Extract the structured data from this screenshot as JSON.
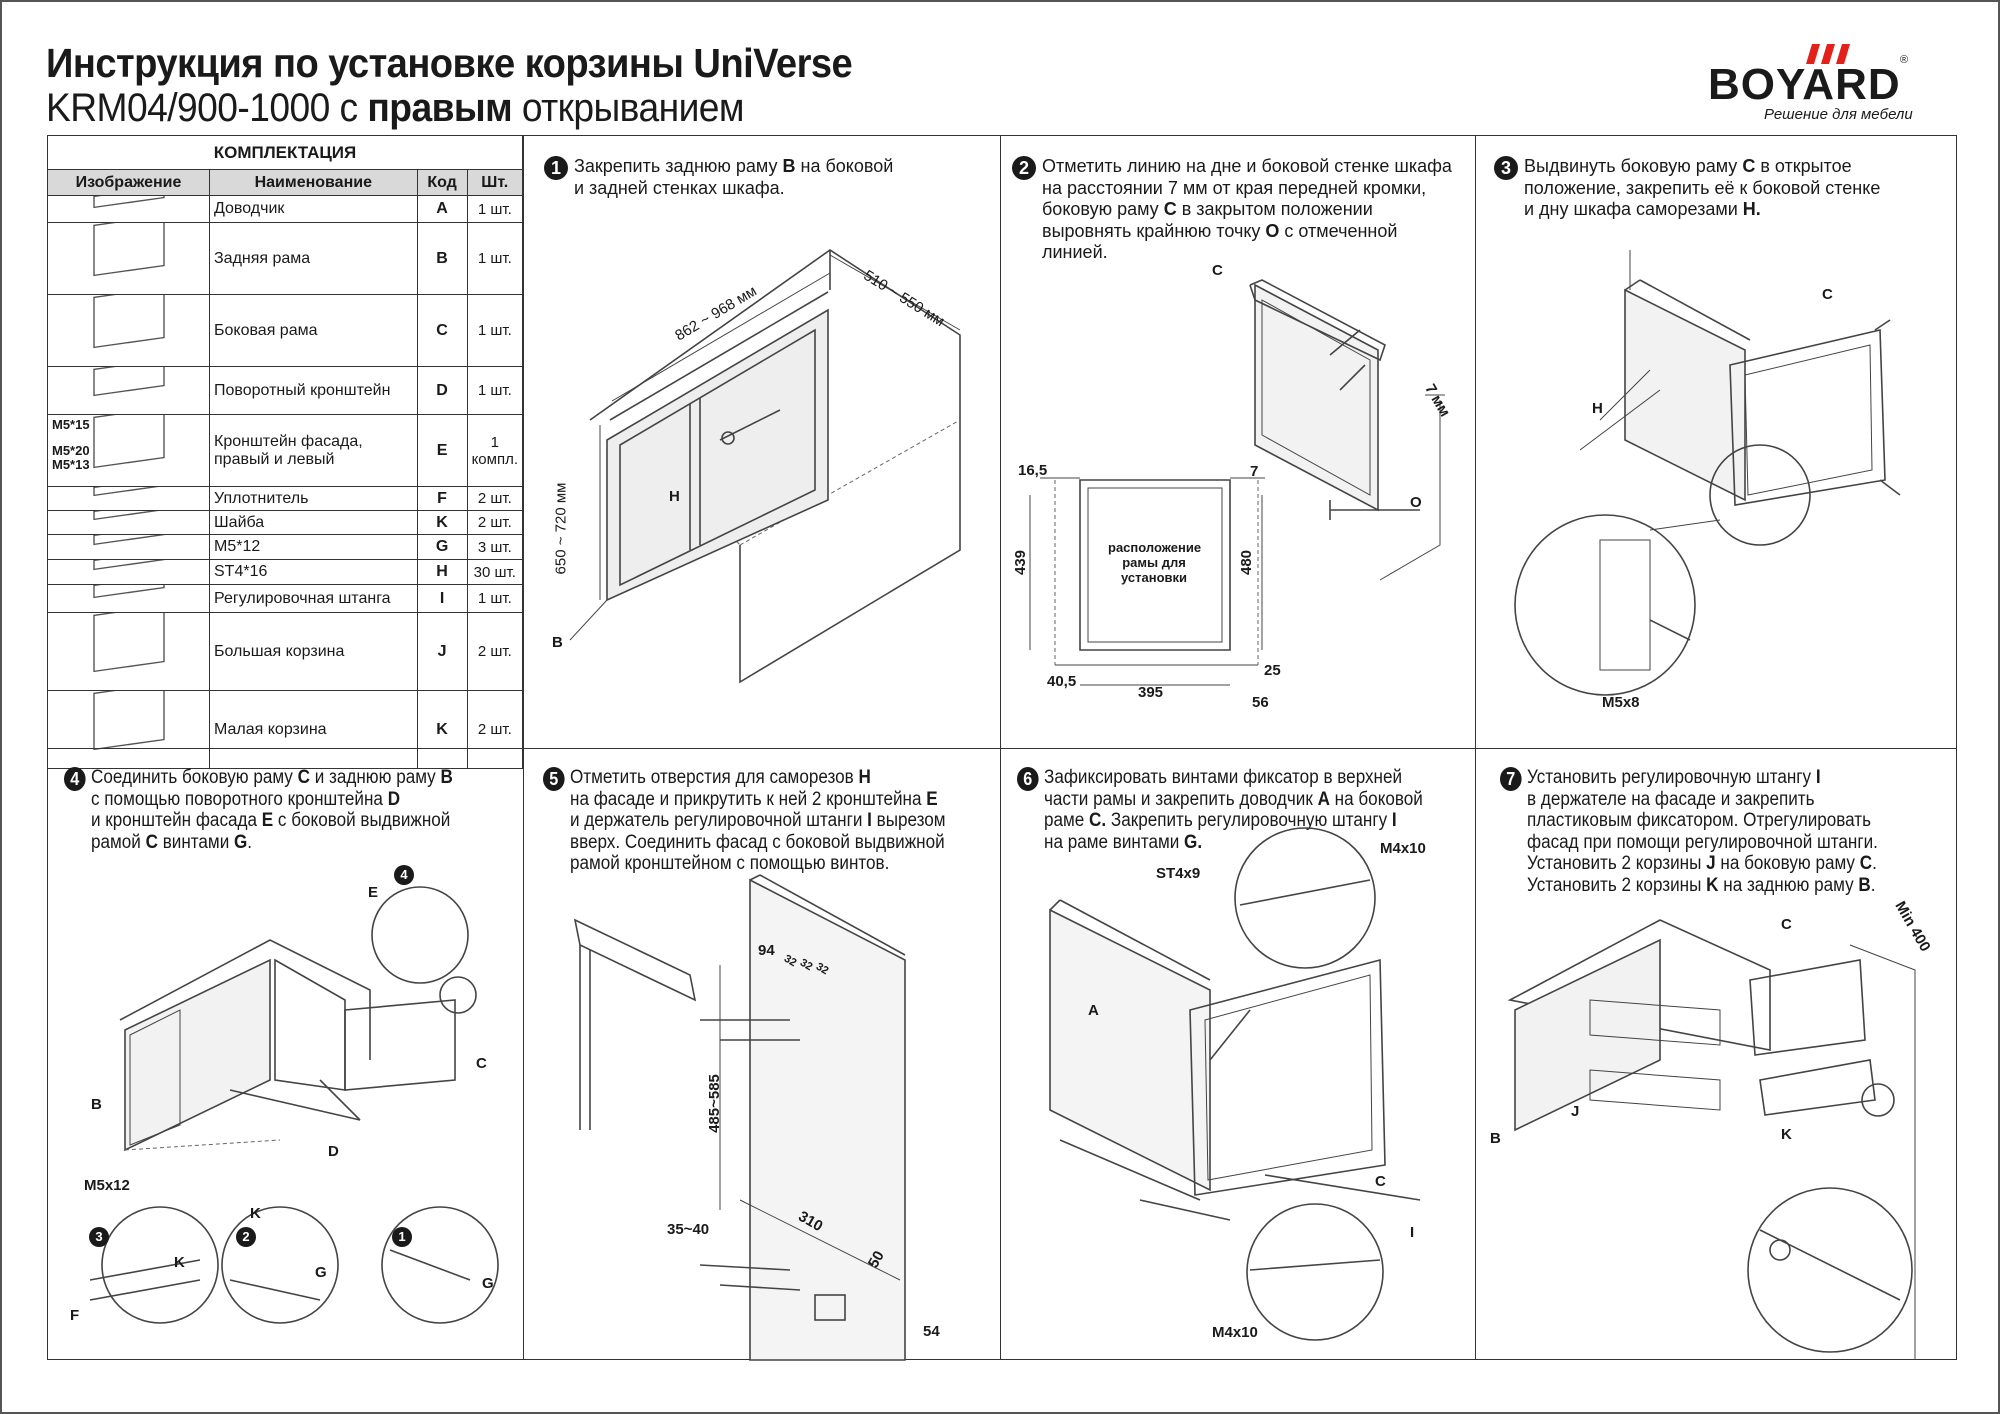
{
  "header": {
    "title_line1": "Инструкция по установке корзины UniVerse",
    "title_line2_pre": "KRM04/900-1000 с ",
    "title_line2_bold": "правым",
    "title_line2_post": " открыванием"
  },
  "logo": {
    "brand": "BOYARD",
    "registered": "®",
    "tagline": "Решение для мебели",
    "accent": "#e32119"
  },
  "parts": {
    "title": "КОМПЛЕКТАЦИЯ",
    "columns": [
      "Изображение",
      "Наименование",
      "Код",
      "Шт."
    ],
    "rows": [
      {
        "name": "Доводчик",
        "code": "A",
        "qty": "1 шт."
      },
      {
        "name": "Задняя рама",
        "code": "B",
        "qty": "1 шт."
      },
      {
        "name": "Боковая рама",
        "code": "C",
        "qty": "1 шт."
      },
      {
        "name": "Поворотный кронштейн",
        "code": "D",
        "qty": "1 шт."
      },
      {
        "name": "Кронштейн фасада, правый и левый",
        "code": "E",
        "qty": "1 компл.",
        "img_labels": [
          "M5*15",
          "M5*20",
          "M5*13"
        ]
      },
      {
        "name": "Уплотнитель",
        "code": "F",
        "qty": "2 шт."
      },
      {
        "name": "Шайба",
        "code": "K",
        "qty": "2 шт."
      },
      {
        "name": "M5*12",
        "code": "G",
        "qty": "3 шт."
      },
      {
        "name": "ST4*16",
        "code": "H",
        "qty": "30 шт."
      },
      {
        "name": "Регулировочная штанга",
        "code": "I",
        "qty": "1 шт."
      },
      {
        "name": "Большая корзина",
        "code": "J",
        "qty": "2 шт."
      },
      {
        "name": "Малая корзина",
        "code": "K",
        "qty": "2 шт."
      }
    ]
  },
  "steps": [
    {
      "number": "1",
      "lines": [
        [
          {
            "t": "Закрепить заднюю раму "
          },
          {
            "t": "B",
            "b": true
          },
          {
            "t": " на боковой"
          }
        ],
        [
          {
            "t": "и задней стенках шкафа."
          }
        ]
      ],
      "labels": [
        "862 ~ 968 мм",
        "510 ~ 550 мм",
        "650 ~ 720 мм",
        "H",
        "B"
      ]
    },
    {
      "number": "2",
      "lines": [
        [
          {
            "t": "Отметить линию на дне и боковой стенке шкафа"
          }
        ],
        [
          {
            "t": "на расстоянии 7 мм от края передней кромки,"
          }
        ],
        [
          {
            "t": "боковую раму "
          },
          {
            "t": "C",
            "b": true
          },
          {
            "t": " в закрытом положении"
          }
        ],
        [
          {
            "t": "выровнять крайнюю точку "
          },
          {
            "t": "O",
            "b": true
          },
          {
            "t": " с отмеченной"
          }
        ],
        [
          {
            "t": "линией."
          }
        ]
      ],
      "labels": [
        "C",
        "7 мм",
        "O",
        "16,5",
        "7",
        "439",
        "480",
        "расположение рамы для установки",
        "40,5",
        "395",
        "56",
        "25"
      ]
    },
    {
      "number": "3",
      "lines": [
        [
          {
            "t": "Выдвинуть боковую раму "
          },
          {
            "t": "C",
            "b": true
          },
          {
            "t": " в открытое"
          }
        ],
        [
          {
            "t": "положение, закрепить её к боковой стенке"
          }
        ],
        [
          {
            "t": "и дну шкафа саморезами "
          },
          {
            "t": "H.",
            "b": true
          }
        ]
      ],
      "labels": [
        "C",
        "H",
        "M5x8"
      ]
    },
    {
      "number": "4",
      "lines": [
        [
          {
            "t": "Соединить боковую раму "
          },
          {
            "t": "C",
            "b": true
          },
          {
            "t": " и заднюю раму "
          },
          {
            "t": "B",
            "b": true
          }
        ],
        [
          {
            "t": "с помощью поворотного кронштейна "
          },
          {
            "t": "D",
            "b": true
          }
        ],
        [
          {
            "t": "и кронштейн фасада "
          },
          {
            "t": "E",
            "b": true
          },
          {
            "t": " с боковой выдвижной"
          }
        ],
        [
          {
            "t": "рамой "
          },
          {
            "t": "C",
            "b": true
          },
          {
            "t": " винтами "
          },
          {
            "t": "G",
            "b": true
          },
          {
            "t": "."
          }
        ]
      ],
      "labels": [
        "E",
        "4",
        "C",
        "B",
        "D",
        "M5x12",
        "3",
        "K",
        "F",
        "2",
        "K",
        "G",
        "1",
        "G"
      ]
    },
    {
      "number": "5",
      "lines": [
        [
          {
            "t": "Отметить отверстия для саморезов "
          },
          {
            "t": "H",
            "b": true
          }
        ],
        [
          {
            "t": "на фасаде и прикрутить к ней 2 кронштейна "
          },
          {
            "t": "E",
            "b": true
          }
        ],
        [
          {
            "t": "и держатель регулировочной штанги "
          },
          {
            "t": "I",
            "b": true
          },
          {
            "t": " вырезом"
          }
        ],
        [
          {
            "t": "вверх. Соединить фасад с боковой выдвижной"
          }
        ],
        [
          {
            "t": "рамой кронштейном с помощью винтов."
          }
        ]
      ],
      "labels": [
        "94",
        "32",
        "32",
        "32",
        "485~585",
        "35~40",
        "310",
        "50",
        "54"
      ]
    },
    {
      "number": "6",
      "lines": [
        [
          {
            "t": "Зафиксировать винтами фиксатор в верхней"
          }
        ],
        [
          {
            "t": "части рамы и закрепить доводчик "
          },
          {
            "t": "A",
            "b": true
          },
          {
            "t": " на боковой"
          }
        ],
        [
          {
            "t": "раме "
          },
          {
            "t": "C.",
            "b": true
          },
          {
            "t": " Закрепить регулировочную штангу "
          },
          {
            "t": "I",
            "b": true
          }
        ],
        [
          {
            "t": "на раме винтами "
          },
          {
            "t": "G.",
            "b": true
          }
        ]
      ],
      "labels": [
        "ST4x9",
        "M4x10",
        "A",
        "C",
        "I",
        "M4x10"
      ]
    },
    {
      "number": "7",
      "lines": [
        [
          {
            "t": "Установить регулировочную штангу "
          },
          {
            "t": "I",
            "b": true
          }
        ],
        [
          {
            "t": "в держателе на фасаде и закрепить"
          }
        ],
        [
          {
            "t": "пластиковым фиксатором. Отрегулировать"
          }
        ],
        [
          {
            "t": "фасад при помощи регулировочной штанги."
          }
        ],
        [
          {
            "t": "Установить 2 корзины "
          },
          {
            "t": "J",
            "b": true
          },
          {
            "t": " на боковую раму "
          },
          {
            "t": "C",
            "b": true
          },
          {
            "t": "."
          }
        ],
        [
          {
            "t": "Установить 2 корзины "
          },
          {
            "t": "K",
            "b": true
          },
          {
            "t": " на заднюю раму "
          },
          {
            "t": "B",
            "b": true
          },
          {
            "t": "."
          }
        ]
      ],
      "labels": [
        "C",
        "Min 400",
        "B",
        "J",
        "K"
      ]
    }
  ]
}
